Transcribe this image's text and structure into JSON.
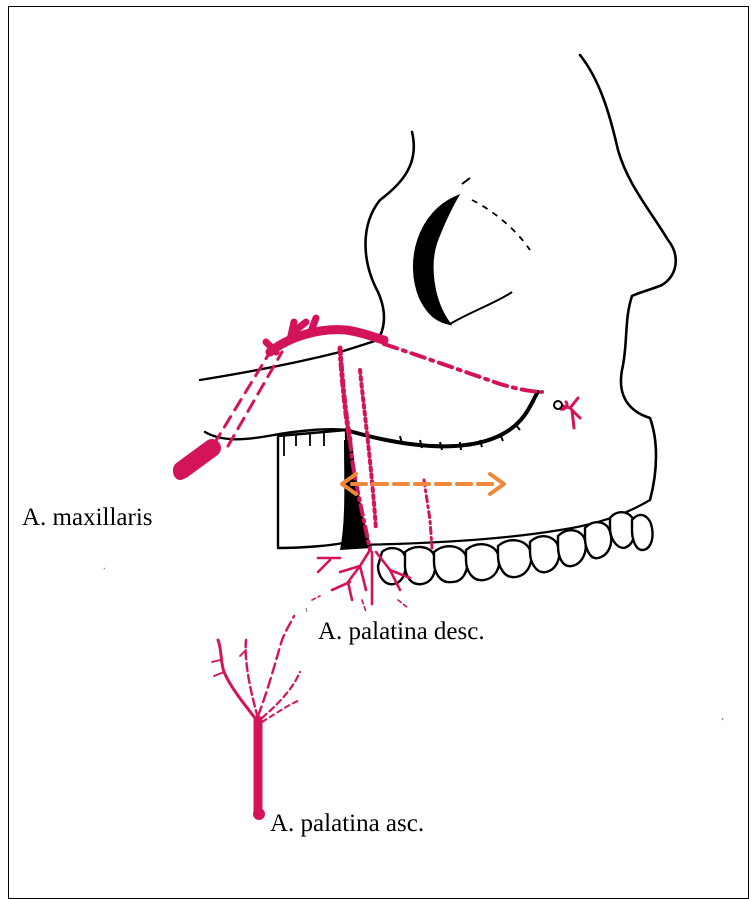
{
  "labels": {
    "maxillaris": "A. maxillaris",
    "palatina_desc": "A. palatina desc.",
    "palatina_asc": "A. palatina asc."
  },
  "colors": {
    "artery": "#d4145a",
    "outline": "#000000",
    "arrow": "#f0883a"
  },
  "icons": {
    "arrow": "double-headed-dashed-arrow"
  }
}
